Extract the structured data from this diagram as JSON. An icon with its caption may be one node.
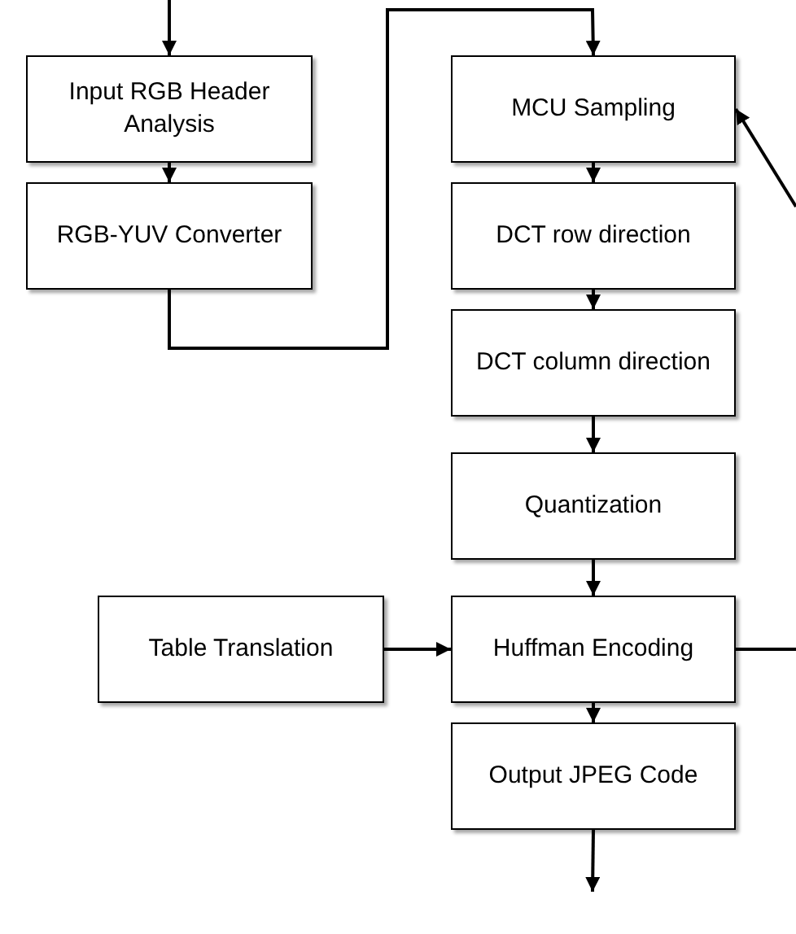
{
  "diagram": {
    "nodes": [
      {
        "text": [
          "Input RGB Header Analysis"
        ]
      },
      {
        "text": [
          "RGB-YUV Converter"
        ]
      },
      {
        "text": [
          "MCU Sampling"
        ]
      },
      {
        "text": [
          "DCT row direction"
        ]
      },
      {
        "text": [
          "DCT column direction"
        ]
      },
      {
        "text": [
          "Quantization"
        ]
      },
      {
        "text": [
          "Huffman Encoding"
        ]
      },
      {
        "text": [
          "Output JPEG Code"
        ]
      },
      {
        "text": [
          "Table Translation"
        ]
      }
    ],
    "edges": [
      {
        "from": null,
        "to": 0,
        "arrow": "to"
      },
      {
        "from": 0,
        "to": 1,
        "arrow": "to"
      },
      {
        "from": 1,
        "to": 2,
        "arrow": "to"
      },
      {
        "from": 2,
        "to": 3,
        "arrow": "to"
      },
      {
        "from": 3,
        "to": 4,
        "arrow": "to"
      },
      {
        "from": 4,
        "to": 5,
        "arrow": "to"
      },
      {
        "from": 5,
        "to": 6,
        "arrow": "to"
      },
      {
        "from": 6,
        "to": 7,
        "arrow": "to"
      },
      {
        "from": 7,
        "to": null,
        "arrow": "to"
      },
      {
        "from": null,
        "to": 2,
        "arrow": "to"
      },
      {
        "from": 8,
        "to": 6,
        "arrow": "to"
      },
      {
        "from": 6,
        "to": null,
        "arrow": "none"
      }
    ]
  }
}
